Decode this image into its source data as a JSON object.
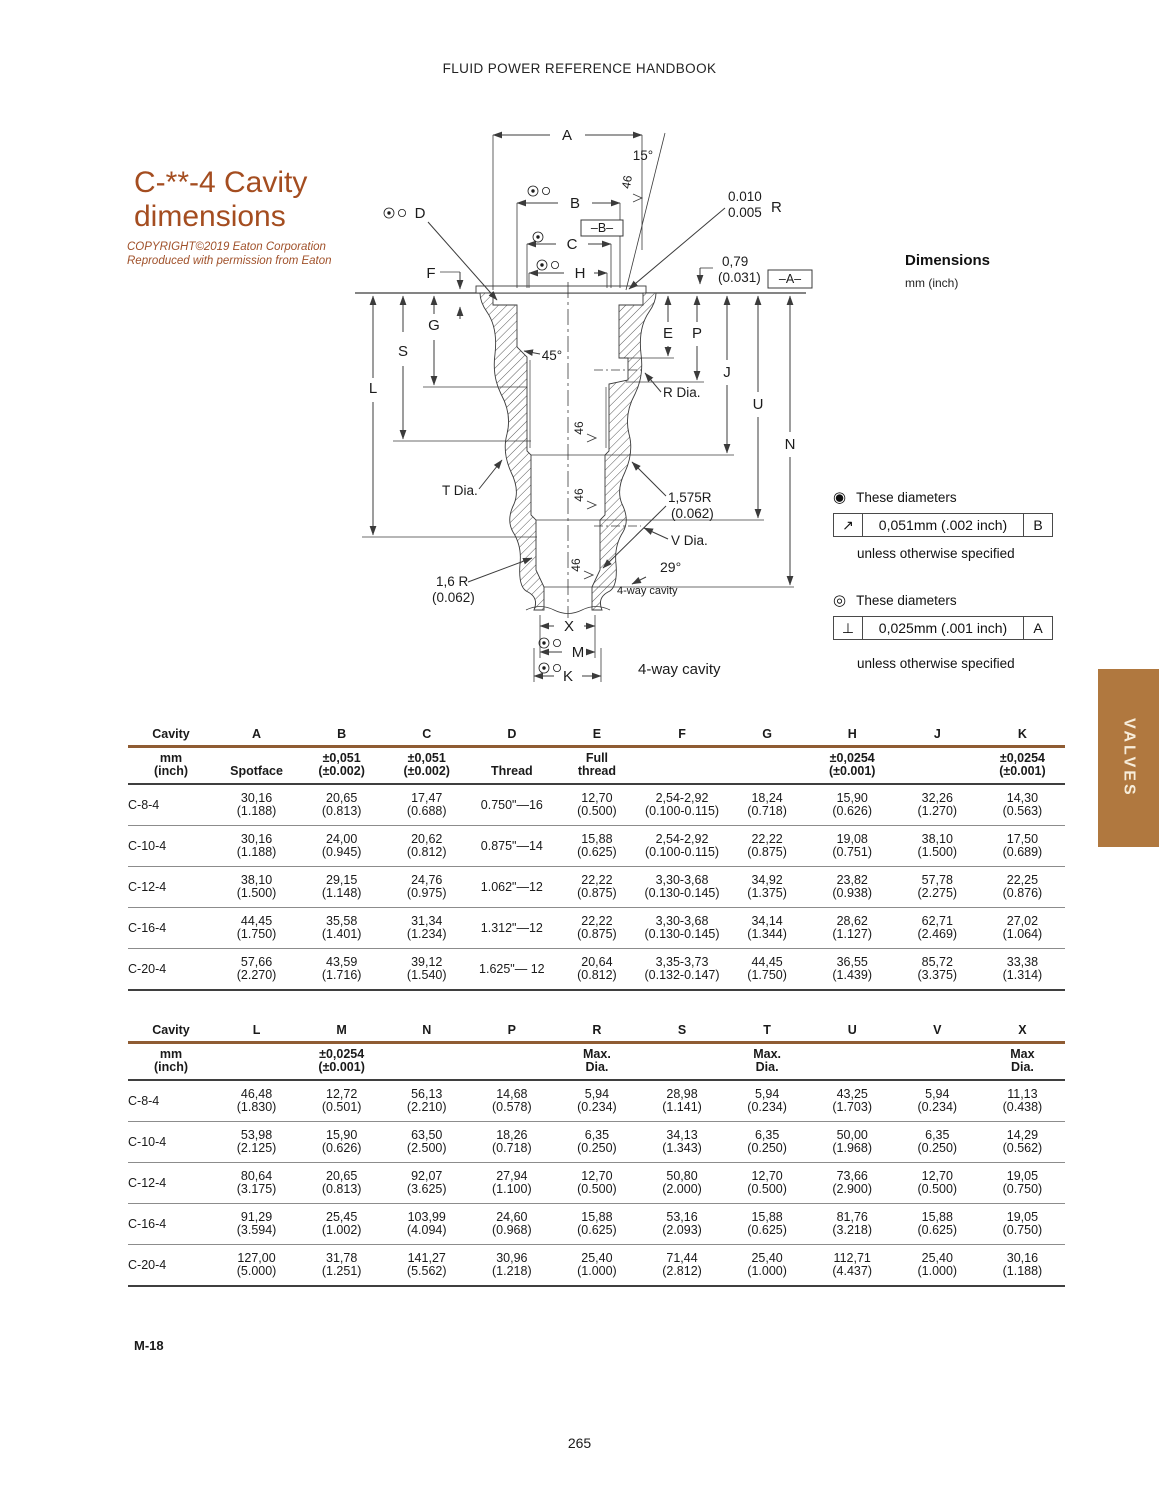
{
  "page": {
    "running_head": "FLUID POWER REFERENCE HANDBOOK",
    "page_number": "265",
    "section_code": "M-18",
    "side_tab": "VALVES",
    "accent_color": "#a44d20",
    "tab_color": "#b0783f",
    "rule_color": "#8f5c33"
  },
  "title": {
    "line1": "C-**-4 Cavity",
    "line2": "dimensions"
  },
  "copyright": {
    "line1": "COPYRIGHT©2019 Eaton Corporation",
    "line2": "Reproduced with permission from Eaton"
  },
  "dimensions_heading": {
    "title": "Dimensions",
    "units": "mm (inch)"
  },
  "notes": {
    "note1": {
      "bullet": "◉",
      "text": "These diameters",
      "frame_symbol": "↗",
      "frame_value": "0,051mm (.002 inch)",
      "frame_datum": "B",
      "suffix": "unless otherwise specified"
    },
    "note2": {
      "bullet": "◎",
      "text": "These diameters",
      "frame_symbol": "⊥",
      "frame_value": "0,025mm (.001 inch)",
      "frame_datum": "A",
      "suffix": "unless otherwise specified"
    }
  },
  "diagram": {
    "a": "A",
    "b": "B",
    "c": "C",
    "h": "H",
    "d": "D",
    "f": "F",
    "g": "G",
    "s": "S",
    "l": "L",
    "e": "E",
    "p": "P",
    "j": "J",
    "u": "U",
    "n": "N",
    "x": "X",
    "m": "M",
    "k": "K",
    "datum_a": "–A–",
    "datum_b": "–B–",
    "angle_15": "15°",
    "angle_45": "45°",
    "angle_29": "29°",
    "finish": "46",
    "r_dia": "R Dia.",
    "t_dia": "T Dia.",
    "v_dia": "V Dia.",
    "corner_r_upper": "0.010",
    "corner_r_lower": "0.005",
    "corner_r_letter": "R",
    "edge_mm": "0,79",
    "edge_in": "(0.031)",
    "seat_r_mm": "1,575R",
    "seat_r_in": "(0.062)",
    "bottom_r_mm": "1,6 R",
    "bottom_r_in": "(0.062)",
    "four_way_small": "4-way cavity",
    "four_way": "4-way cavity"
  },
  "tables": {
    "table1": {
      "columns": [
        "Cavity",
        "A",
        "B",
        "C",
        "D",
        "E",
        "F",
        "G",
        "H",
        "J",
        "K"
      ],
      "subheader": [
        "mm\n(inch)",
        "Spotface",
        "±0,051\n(±0.002)",
        "±0,051\n(±0.002)",
        "Thread",
        "Full\nthread",
        "",
        "",
        "±0,0254\n(±0.001)",
        "",
        "±0,0254\n(±0.001)"
      ],
      "rows": [
        [
          "C-8-4",
          "30,16\n(1.188)",
          "20,65\n(0.813)",
          "17,47\n(0.688)",
          "0.750\"—16",
          "12,70\n(0.500)",
          "2,54-2,92\n(0.100-0.115)",
          "18,24\n(0.718)",
          "15,90\n(0.626)",
          "32,26\n(1.270)",
          "14,30\n(0.563)"
        ],
        [
          "C-10-4",
          "30,16\n(1.188)",
          "24,00\n(0.945)",
          "20,62\n(0.812)",
          "0.875\"—14",
          "15,88\n(0.625)",
          "2,54-2,92\n(0.100-0.115)",
          "22,22\n(0.875)",
          "19,08\n(0.751)",
          "38,10\n(1.500)",
          "17,50\n(0.689)"
        ],
        [
          "C-12-4",
          "38,10\n(1.500)",
          "29,15\n(1.148)",
          "24,76\n(0.975)",
          "1.062\"—12",
          "22,22\n(0.875)",
          "3,30-3,68\n(0.130-0.145)",
          "34,92\n(1.375)",
          "23,82\n(0.938)",
          "57,78\n(2.275)",
          "22,25\n(0.876)"
        ],
        [
          "C-16-4",
          "44,45\n(1.750)",
          "35,58\n(1.401)",
          "31,34\n(1.234)",
          "1.312\"—12",
          "22,22\n(0.875)",
          "3,30-3,68\n(0.130-0.145)",
          "34,14\n(1.344)",
          "28,62\n(1.127)",
          "62,71\n(2.469)",
          "27,02\n(1.064)"
        ],
        [
          "C-20-4",
          "57,66\n(2.270)",
          "43,59\n(1.716)",
          "39,12\n(1.540)",
          "1.625\"— 12",
          "20,64\n(0.812)",
          "3,35-3,73\n(0.132-0.147)",
          "44,45\n(1.750)",
          "36,55\n(1.439)",
          "85,72\n(3.375)",
          "33,38\n(1.314)"
        ]
      ]
    },
    "table2": {
      "columns": [
        "Cavity",
        "L",
        "M",
        "N",
        "P",
        "R",
        "S",
        "T",
        "U",
        "V",
        "X"
      ],
      "subheader": [
        "mm\n(inch)",
        "",
        "±0,0254\n(±0.001)",
        "",
        "",
        "Max.\nDia.",
        "",
        "Max.\nDia.",
        "",
        "",
        "Max\nDia."
      ],
      "rows": [
        [
          "C-8-4",
          "46,48\n(1.830)",
          "12,72\n(0.501)",
          "56,13\n(2.210)",
          "14,68\n(0.578)",
          "5,94\n(0.234)",
          "28,98\n(1.141)",
          "5,94\n(0.234)",
          "43,25\n(1.703)",
          "5,94\n(0.234)",
          "11,13\n(0.438)"
        ],
        [
          "C-10-4",
          "53,98\n(2.125)",
          "15,90\n(0.626)",
          "63,50\n(2.500)",
          "18,26\n(0.718)",
          "6,35\n(0.250)",
          "34,13\n(1.343)",
          "6,35\n(0.250)",
          "50,00\n(1.968)",
          "6,35\n(0.250)",
          "14,29\n(0.562)"
        ],
        [
          "C-12-4",
          "80,64\n(3.175)",
          "20,65\n(0.813)",
          "92,07\n(3.625)",
          "27,94\n(1.100)",
          "12,70\n(0.500)",
          "50,80\n(2.000)",
          "12,70\n(0.500)",
          "73,66\n(2.900)",
          "12,70\n(0.500)",
          "19,05\n(0.750)"
        ],
        [
          "C-16-4",
          "91,29\n(3.594)",
          "25,45\n(1.002)",
          "103,99\n(4.094)",
          "24,60\n(0.968)",
          "15,88\n(0.625)",
          "53,16\n(2.093)",
          "15,88\n(0.625)",
          "81,76\n(3.218)",
          "15,88\n(0.625)",
          "19,05\n(0.750)"
        ],
        [
          "C-20-4",
          "127,00\n(5.000)",
          "31,78\n(1.251)",
          "141,27\n(5.562)",
          "30,96\n(1.218)",
          "25,40\n(1.000)",
          "71,44\n(2.812)",
          "25,40\n(1.000)",
          "112,71\n(4.437)",
          "25,40\n(1.000)",
          "30,16\n(1.188)"
        ]
      ]
    }
  }
}
